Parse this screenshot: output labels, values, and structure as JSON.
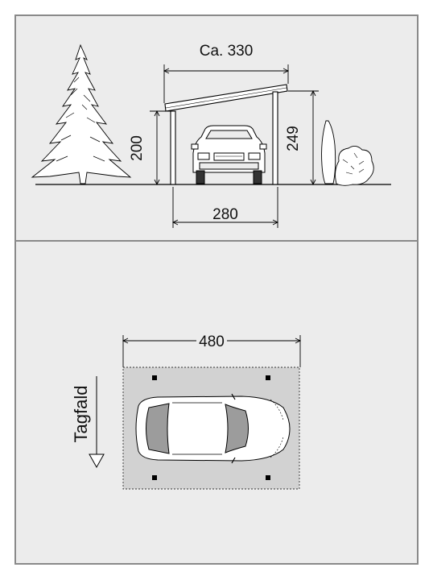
{
  "elevation": {
    "overall_width_label": "Ca. 330",
    "post_spacing_label": "280",
    "low_height_label": "200",
    "high_height_label": "249"
  },
  "plan": {
    "length_label": "480",
    "roof_fall_label": "Tagfald"
  },
  "colors": {
    "panel_background": "#ececec",
    "panel_border": "#8a8a8a",
    "roof_area": "#d2d2d2",
    "line": "#000000",
    "car_window": "#9c9c9c"
  }
}
